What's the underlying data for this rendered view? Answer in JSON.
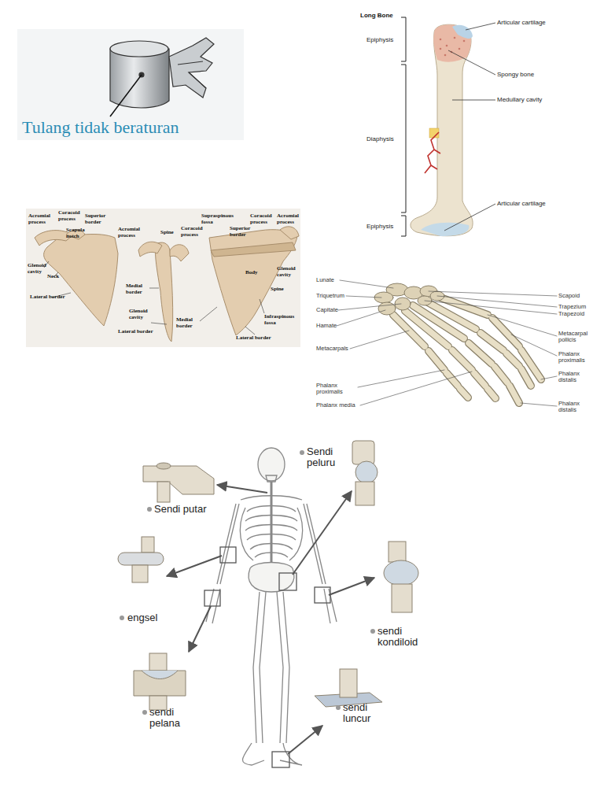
{
  "diagram": {
    "labels": [
      "Tulang tidak beraturan",
      "Long Bone",
      "Epiphysis",
      "Articular cartilage",
      "Spongy bone",
      "Medullary cavity",
      "Diaphysis",
      "Articular cartilage",
      "Epiphysis",
      "Acromial process",
      "Coracoid process",
      "Superior border",
      "Scapula notch",
      "Glenoid cavity",
      "Neck",
      "Lateral border",
      "Acromial process",
      "Spine",
      "Coracoid process",
      "Medial border",
      "Glenoid cavity",
      "Lateral border",
      "Supraspinous fossa",
      "Superior border",
      "Coracoid process",
      "Acromial process",
      "Glenoid cavity",
      "Spine",
      "Body",
      "Medial border",
      "Infraspinous fossa",
      "Lateral border",
      "Lunate",
      "Triquetrum",
      "Capitate",
      "Hamate",
      "Metacarpals",
      "Phalanx proximalis",
      "Phalanx media",
      "Scapoid",
      "Trapezium",
      "Trapezoid",
      "Metacarpal pollicis",
      "Phalanx proximalis",
      "Phalanx distalis",
      "Phalanx distalis",
      "Sendi peluru",
      "Sendi putar",
      "engsel",
      "sendi kondiloid",
      "sendi pelana",
      "sendi luncur"
    ]
  }
}
